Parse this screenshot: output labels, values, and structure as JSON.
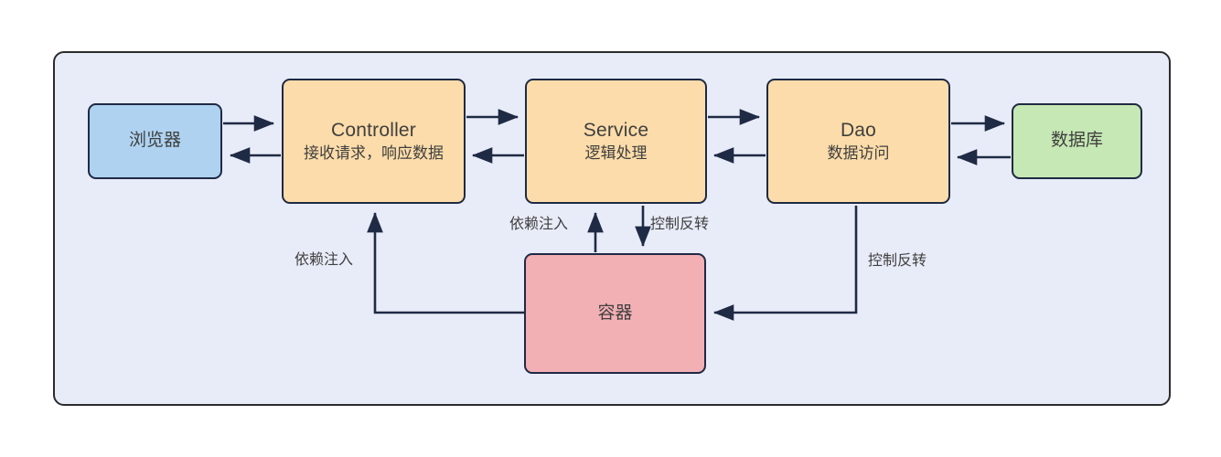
{
  "diagram": {
    "type": "architecture-flow",
    "background_color": "#ffffff",
    "frame_fill": "#e8ecf8",
    "stroke_color": "#1f2a44",
    "nodes": [
      {
        "id": "browser",
        "title": "浏览器",
        "subtitle": "",
        "color": "#aed2f0"
      },
      {
        "id": "controller",
        "title": "Controller",
        "subtitle": "接收请求，响应数据",
        "color": "#fcdcaa"
      },
      {
        "id": "service",
        "title": "Service",
        "subtitle": "逻辑处理",
        "color": "#fcdcaa"
      },
      {
        "id": "dao",
        "title": "Dao",
        "subtitle": "数据访问",
        "color": "#fcdcaa"
      },
      {
        "id": "database",
        "title": "数据库",
        "subtitle": "",
        "color": "#c6e8b4"
      },
      {
        "id": "container",
        "title": "容器",
        "subtitle": "",
        "color": "#f2afb4"
      }
    ],
    "edge_labels": {
      "dependency_injection_left": "依赖注入",
      "dependency_injection_mid": "依赖注入",
      "inversion_of_control_mid": "控制反转",
      "inversion_of_control_right": "控制反转"
    },
    "edges": [
      {
        "from": "browser",
        "to": "controller",
        "direction": "right"
      },
      {
        "from": "controller",
        "to": "browser",
        "direction": "left"
      },
      {
        "from": "controller",
        "to": "service",
        "direction": "right"
      },
      {
        "from": "service",
        "to": "controller",
        "direction": "left"
      },
      {
        "from": "service",
        "to": "dao",
        "direction": "right"
      },
      {
        "from": "dao",
        "to": "service",
        "direction": "left"
      },
      {
        "from": "dao",
        "to": "database",
        "direction": "right"
      },
      {
        "from": "database",
        "to": "dao",
        "direction": "left"
      },
      {
        "from": "container",
        "to": "controller",
        "label": "依赖注入"
      },
      {
        "from": "container",
        "to": "service",
        "label": "依赖注入"
      },
      {
        "from": "service",
        "to": "container",
        "label": "控制反转"
      },
      {
        "from": "dao",
        "to": "container",
        "label": "控制反转"
      }
    ]
  }
}
